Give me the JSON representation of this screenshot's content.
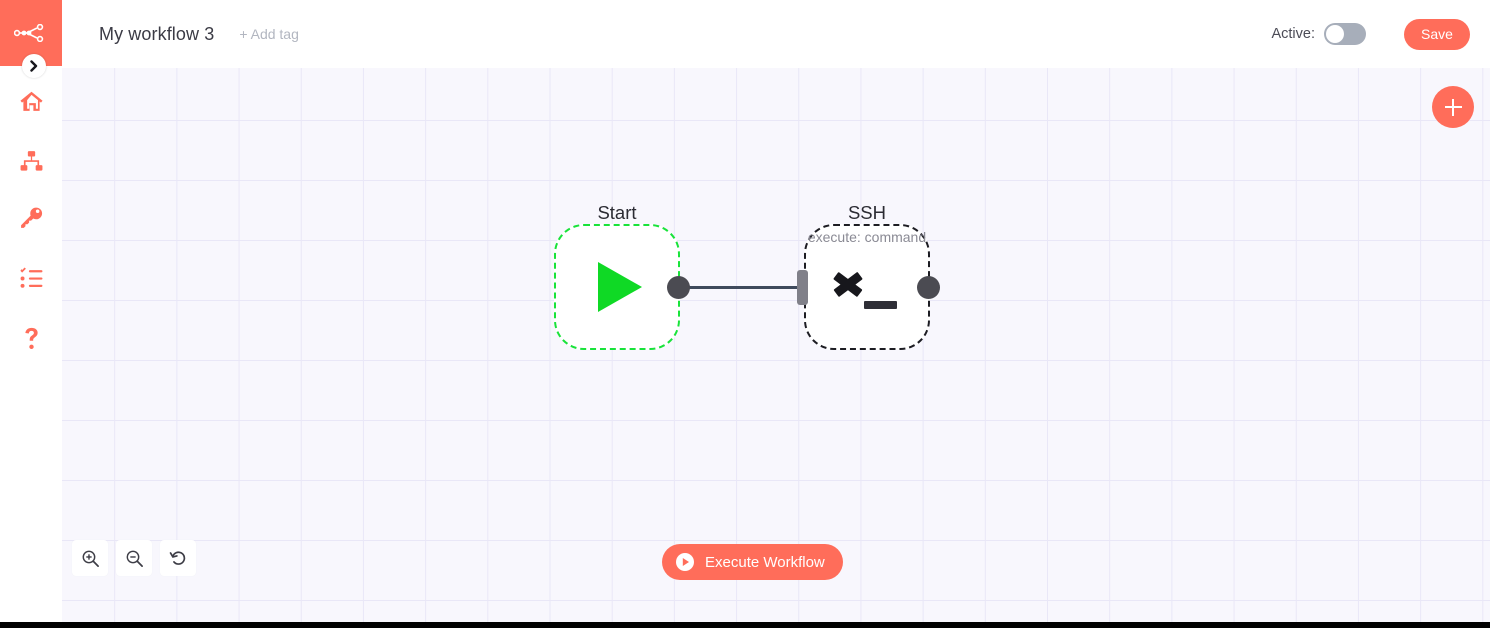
{
  "app": {
    "brand": "n8n",
    "accent_color": "#ff6d5a",
    "canvas_bg": "#f8f7fd",
    "grid_color": "#e9e7f7"
  },
  "sidebar": {
    "logo_icon": "n8n-logo-icon",
    "collapse_icon": "chevron-right-icon",
    "items": [
      {
        "icon": "home-icon",
        "label": "Home"
      },
      {
        "icon": "workflows-icon",
        "label": "Workflows"
      },
      {
        "icon": "key-icon",
        "label": "Credentials"
      },
      {
        "icon": "executions-icon",
        "label": "Executions"
      },
      {
        "icon": "help-icon",
        "label": "Help"
      }
    ]
  },
  "header": {
    "workflow_title": "My workflow 3",
    "add_tag_label": "+ Add tag",
    "active_label": "Active:",
    "active_state": "off",
    "save_label": "Save"
  },
  "canvas": {
    "add_node_icon": "plus-icon",
    "nodes": [
      {
        "id": "start",
        "label": "Start",
        "sublabel": "",
        "icon": "play-triangle-icon",
        "border_style": "dashed",
        "border_color": "#19e33a",
        "icon_color": "#0fd925"
      },
      {
        "id": "ssh",
        "label": "SSH",
        "sublabel": "execute: command",
        "icon": "terminal-prompt-icon",
        "border_style": "dashed",
        "border_color": "#1d1d23",
        "icon_color": "#17171c"
      }
    ],
    "connections": [
      {
        "from": "start",
        "to": "ssh",
        "color": "#3f4a5c"
      }
    ]
  },
  "zoom_controls": [
    {
      "icon": "zoom-in-icon",
      "label": "Zoom In"
    },
    {
      "icon": "zoom-out-icon",
      "label": "Zoom Out"
    },
    {
      "icon": "reset-zoom-icon",
      "label": "Reset Zoom"
    }
  ],
  "execute": {
    "label": "Execute Workflow",
    "icon": "play-circle-icon"
  }
}
